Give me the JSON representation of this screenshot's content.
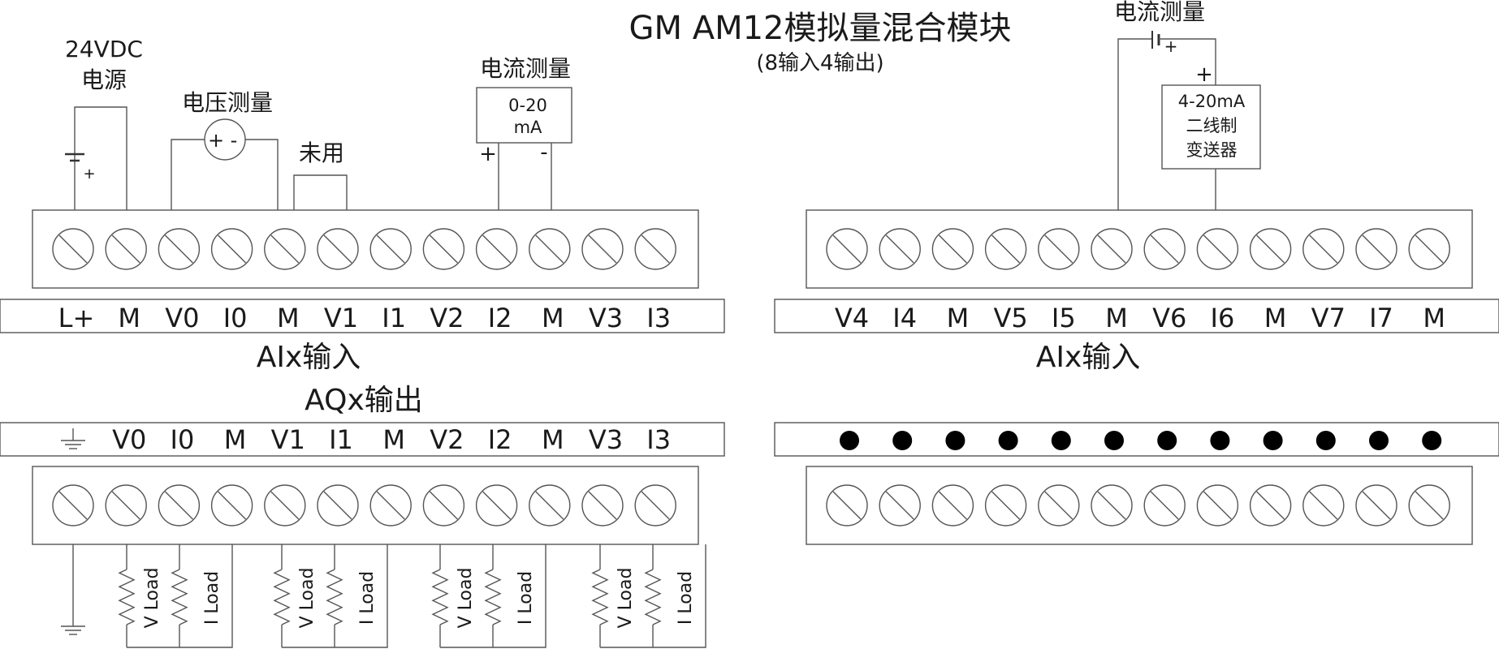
{
  "title": "GM AM12模拟量混合模块",
  "subtitle": "(8输入4输出)",
  "left_top": {
    "supply_label_1": "24VDC",
    "supply_label_2": "电源",
    "battery_plus": "+",
    "voltage_meas_label": "电压测量",
    "voltmeter_plus": "+",
    "voltmeter_minus": "-",
    "unused_label": "未用",
    "current_meas_label": "电流测量",
    "ammeter_text_1": "0-20",
    "ammeter_text_2": "mA",
    "ammeter_plus": "+",
    "ammeter_minus": "-",
    "terminal_labels": [
      "L+",
      "M",
      "V0",
      "I0",
      "M",
      "V1",
      "I1",
      "V2",
      "I2",
      "M",
      "V3",
      "I3"
    ],
    "section_label": "AIx输入"
  },
  "right_top": {
    "current_meas_label": "电流测量",
    "source_plus": "+",
    "transmitter_plus": "+",
    "transmitter_line_1": "4-20mA",
    "transmitter_line_2": "二线制",
    "transmitter_line_3": "变送器",
    "terminal_labels": [
      "V4",
      "I4",
      "M",
      "V5",
      "I5",
      "M",
      "V6",
      "I6",
      "M",
      "V7",
      "I7",
      "M"
    ],
    "section_label": "AIx输入"
  },
  "left_bottom": {
    "section_label": "AQx输出",
    "terminal_labels": [
      "",
      "V0",
      "I0",
      "M",
      "V1",
      "I1",
      "M",
      "V2",
      "I2",
      "M",
      "V3",
      "I3"
    ],
    "v_load_label": "V Load",
    "i_load_label": "I Load"
  },
  "right_bottom": {
    "dot_count": 12
  },
  "colors": {
    "line": "#555555",
    "text": "#1a1a1a",
    "dot": "#000000"
  }
}
